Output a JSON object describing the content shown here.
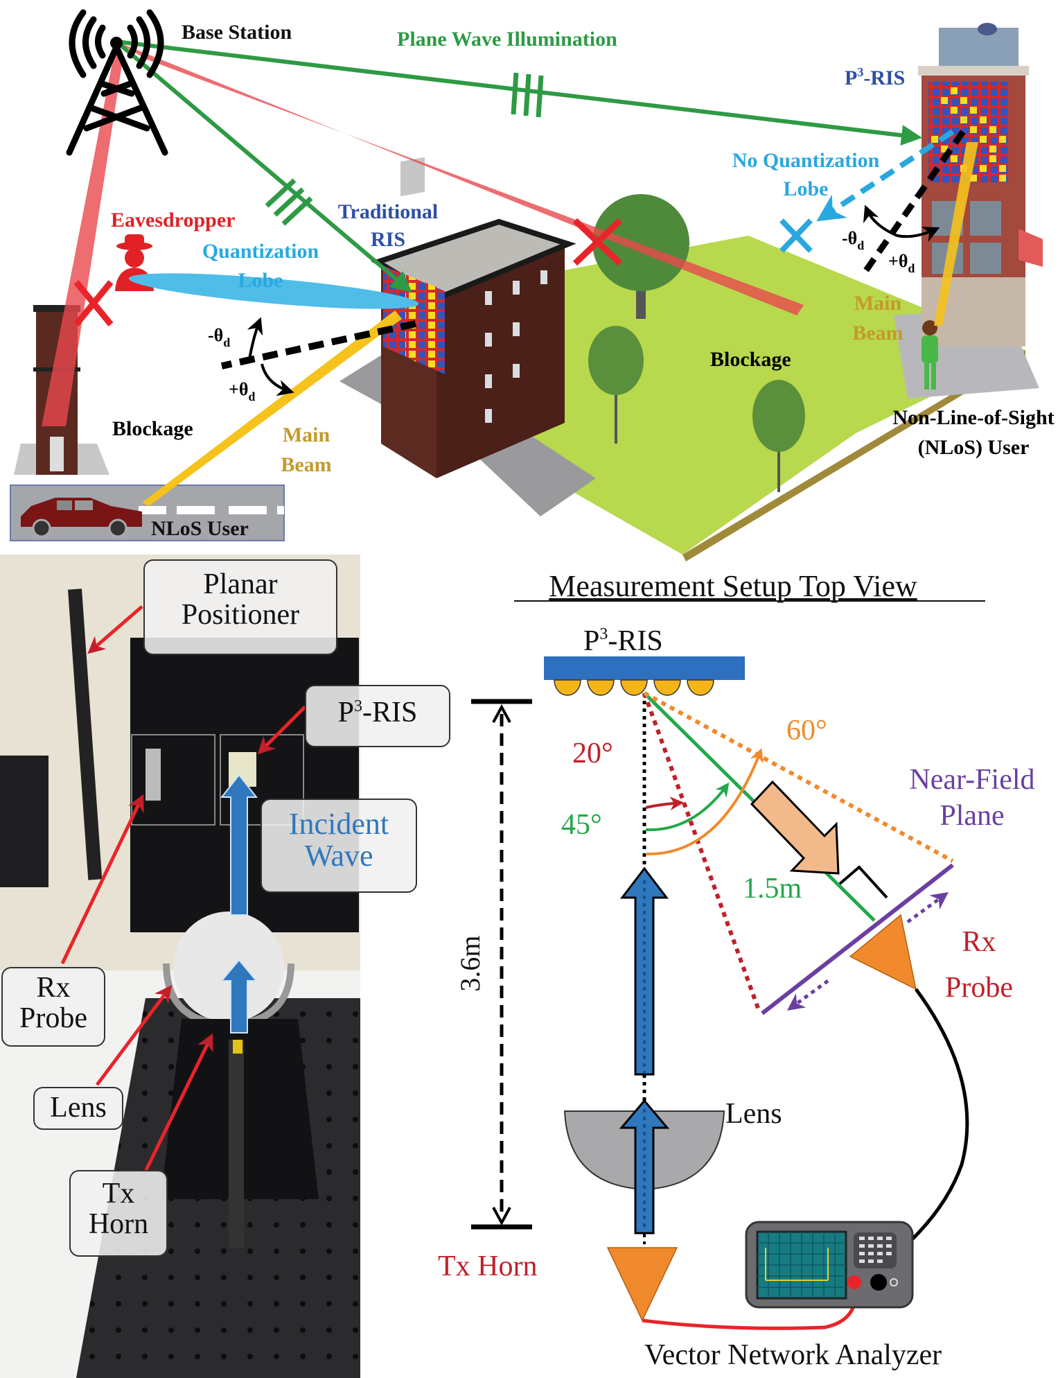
{
  "scenario": {
    "base_station_label": "Base Station",
    "plane_wave_label": "Plane Wave Illumination",
    "p3ris_label_prefix": "P",
    "p3ris_label_sup": "3",
    "p3ris_label_suffix": "-RIS",
    "traditional_ris_label_line1": "Traditional",
    "traditional_ris_label_line2": "RIS",
    "eavesdropper_label": "Eavesdropper",
    "quantization_lobe_line1": "Quantization",
    "quantization_lobe_line2": "Lobe",
    "no_quantization_lobe_line1": "No Quantization",
    "no_quantization_lobe_line2": "Lobe",
    "minus_theta": "-θ",
    "plus_theta": "+θ",
    "theta_sub": "d",
    "main_beam_line1": "Main",
    "main_beam_line2": "Beam",
    "blockage_label": "Blockage",
    "nlos_user_label": "NLoS User",
    "nlos_user_full_line1": "Non-Line-of-Sight",
    "nlos_user_full_line2": "(NLoS) User"
  },
  "photo": {
    "planar_positioner_line1": "Planar",
    "planar_positioner_line2": "Positioner",
    "p3ris_prefix": "P",
    "p3ris_sup": "3",
    "p3ris_suffix": "-RIS",
    "incident_wave_line1": "Incident",
    "incident_wave_line2": "Wave",
    "rx_probe_line1": "Rx",
    "rx_probe_line2": "Probe",
    "lens_label": "Lens",
    "tx_horn_line1": "Tx",
    "tx_horn_line2": "Horn"
  },
  "setup": {
    "title": "Measurement Setup Top View",
    "p3ris_prefix": "P",
    "p3ris_sup": "3",
    "p3ris_suffix": "-RIS",
    "distance_label": "3.6m",
    "angle_20": "20°",
    "angle_45": "45°",
    "angle_60": "60°",
    "range_label": "1.5m",
    "near_field_line1": "Near-Field",
    "near_field_line2": "Plane",
    "rx_probe_line1": "Rx",
    "rx_probe_line2": "Probe",
    "lens_label": "Lens",
    "tx_horn_label": "Tx Horn",
    "vna_label": "Vector Network Analyzer"
  },
  "colors": {
    "green": "#2e9a44",
    "red_beam": "#e8484e",
    "blue_label": "#2e4fa3",
    "cyan": "#29a8e0",
    "gold": "#c49a2a",
    "yellow_beam": "#f6c21c",
    "purple": "#6a3fa0",
    "orange": "#f08a2c",
    "dark_red_text": "#c0202a",
    "arrow_blue": "#2f78bd"
  }
}
